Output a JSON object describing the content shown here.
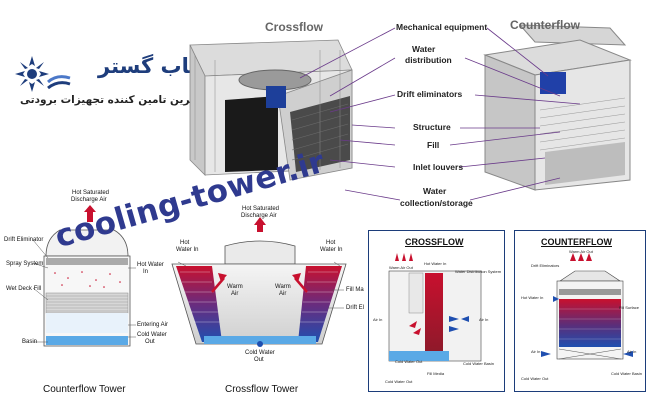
{
  "logo": {
    "brand": "مهتاب گستر",
    "tagline": "بزرگترین تامین کننده تجهیزات برودتی"
  },
  "watermark": "cooling-tower.ir",
  "top_diagram": {
    "title_left": "Crossflow",
    "title_right": "Counterflow",
    "labels": [
      "Mechanical equipment",
      "Water",
      "distribution",
      "Drift eliminators",
      "Structure",
      "Fill",
      "Inlet louvers",
      "Water",
      "collection/storage"
    ]
  },
  "counterflow_tower": {
    "top": "Hot Saturated",
    "top2": "Discharge Air",
    "left_labels": [
      "Drift Eliminator",
      "Spray System",
      "Wet Deck Fill",
      "Basin"
    ],
    "right_labels": [
      "Hot Water",
      "In",
      "Entering Air",
      "Cold Water",
      "Out"
    ],
    "caption": "Counterflow Tower"
  },
  "crossflow_tower": {
    "top": "Hot Saturated",
    "top2": "Discharge Air",
    "hot_left": "Hot",
    "hot_left2": "Water In",
    "hot_right": "Hot",
    "hot_right2": "Water In",
    "warm_left": "Warm",
    "warm_left2": "Air",
    "warm_right": "Warm",
    "warm_right2": "Air",
    "fill_label": "Fill Ma",
    "drift_label": "Drift El",
    "bottom": "Cold Water",
    "bottom2": "Out",
    "caption": "Crossflow Tower"
  },
  "crossflow_box": {
    "title": "CROSSFLOW",
    "labels": [
      "Warm Air Out",
      "Hot Water In",
      "Water Distribution System",
      "Air In",
      "Air In",
      "Cold Water Out",
      "Fill Media",
      "Cold Water Basin",
      "Cold Water Out"
    ]
  },
  "counterflow_box": {
    "title": "COUNTERFLOW",
    "labels": [
      "Warm Air Out",
      "Drift Eliminators",
      "Hot Water In",
      "Fill Surface",
      "Air In",
      "Air In",
      "Cold Water Out",
      "Cold Water Basin"
    ]
  },
  "colors": {
    "hot": "#c8102e",
    "cold": "#1f4fb0",
    "frame": "#1c3d7a"
  }
}
